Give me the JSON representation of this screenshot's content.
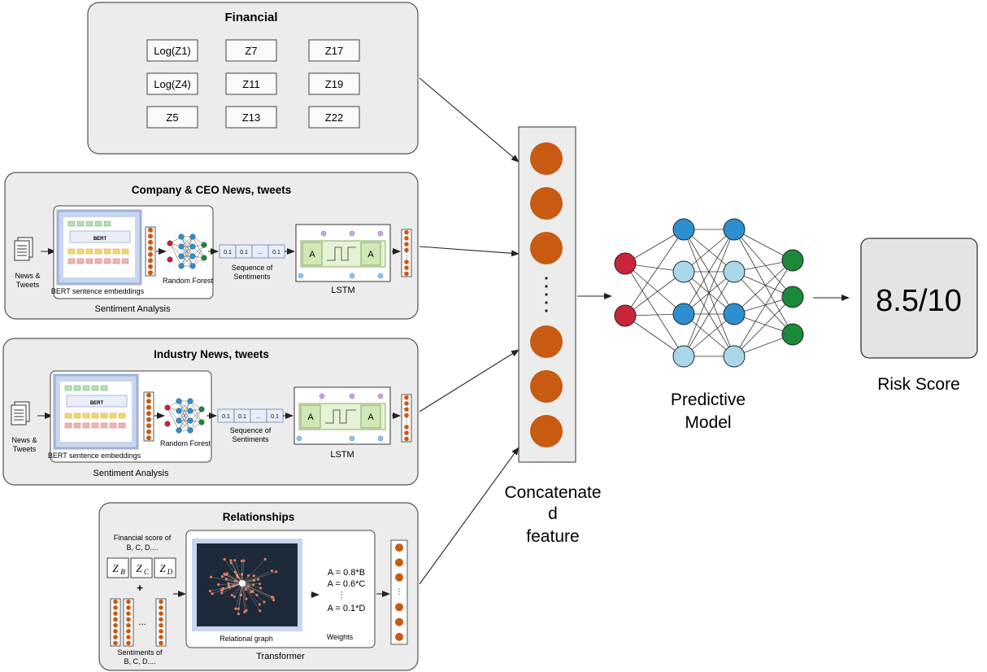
{
  "financial": {
    "title": "Financial",
    "features": [
      "Log(Z1)",
      "Z7",
      "Z17",
      "Log(Z4)",
      "Z11",
      "Z19",
      "Z5",
      "Z13",
      "Z22"
    ]
  },
  "company_news": {
    "title": "Company & CEO News, tweets",
    "news_label_1": "News &",
    "news_label_2": "Tweets",
    "bert_inner": "BERT",
    "bert_label": "BERT sentence embeddings",
    "rf_label": "Random Forest",
    "seq_values": [
      "0.1",
      "0.1",
      "...",
      "0.1"
    ],
    "seq_label_1": "Sequence of",
    "seq_label_2": "Sentiments",
    "lstm_cell": "A",
    "lstm_label": "LSTM",
    "sa_label": "Sentiment Analysis"
  },
  "industry_news": {
    "title": "Industry News, tweets",
    "news_label_1": "News &",
    "news_label_2": "Tweets",
    "bert_inner": "BERT",
    "bert_label": "BERT sentence embeddings",
    "rf_label": "Random Forest",
    "seq_values": [
      "0.1",
      "0.1",
      "...",
      "0.1"
    ],
    "seq_label_1": "Sequence of",
    "seq_label_2": "Sentiments",
    "lstm_cell": "A",
    "lstm_label": "LSTM",
    "sa_label": "Sentiment Analysis"
  },
  "relationships": {
    "title": "Relationships",
    "fin_score_1": "Financial score of",
    "fin_score_2": "B, C, D....",
    "z_labels": [
      "Z",
      "Z",
      "Z"
    ],
    "z_subs": [
      "B",
      "C",
      "D"
    ],
    "plus": "+",
    "dots": "...",
    "sent_label_1": "Sentiments of",
    "sent_label_2": "B, C, D....",
    "graph_label": "Relational graph",
    "weights": [
      "A = 0.8*B",
      "A = 0.6*C",
      "A = 0.1*D"
    ],
    "weights_label": "Weights",
    "transformer_label": "Transformer"
  },
  "concat": {
    "label_lines": [
      "Concatenate",
      "d",
      "feature"
    ]
  },
  "model": {
    "label_lines": [
      "Predictive",
      "Model"
    ]
  },
  "risk": {
    "score": "8.5/10",
    "label": "Risk Score"
  },
  "colors": {
    "feature_orange": "#c85a12",
    "input_red": "#c8243a",
    "hidden_blue": "#2e8fd0",
    "hidden_lightblue": "#a9d8ea",
    "output_green": "#1a8a3a"
  }
}
